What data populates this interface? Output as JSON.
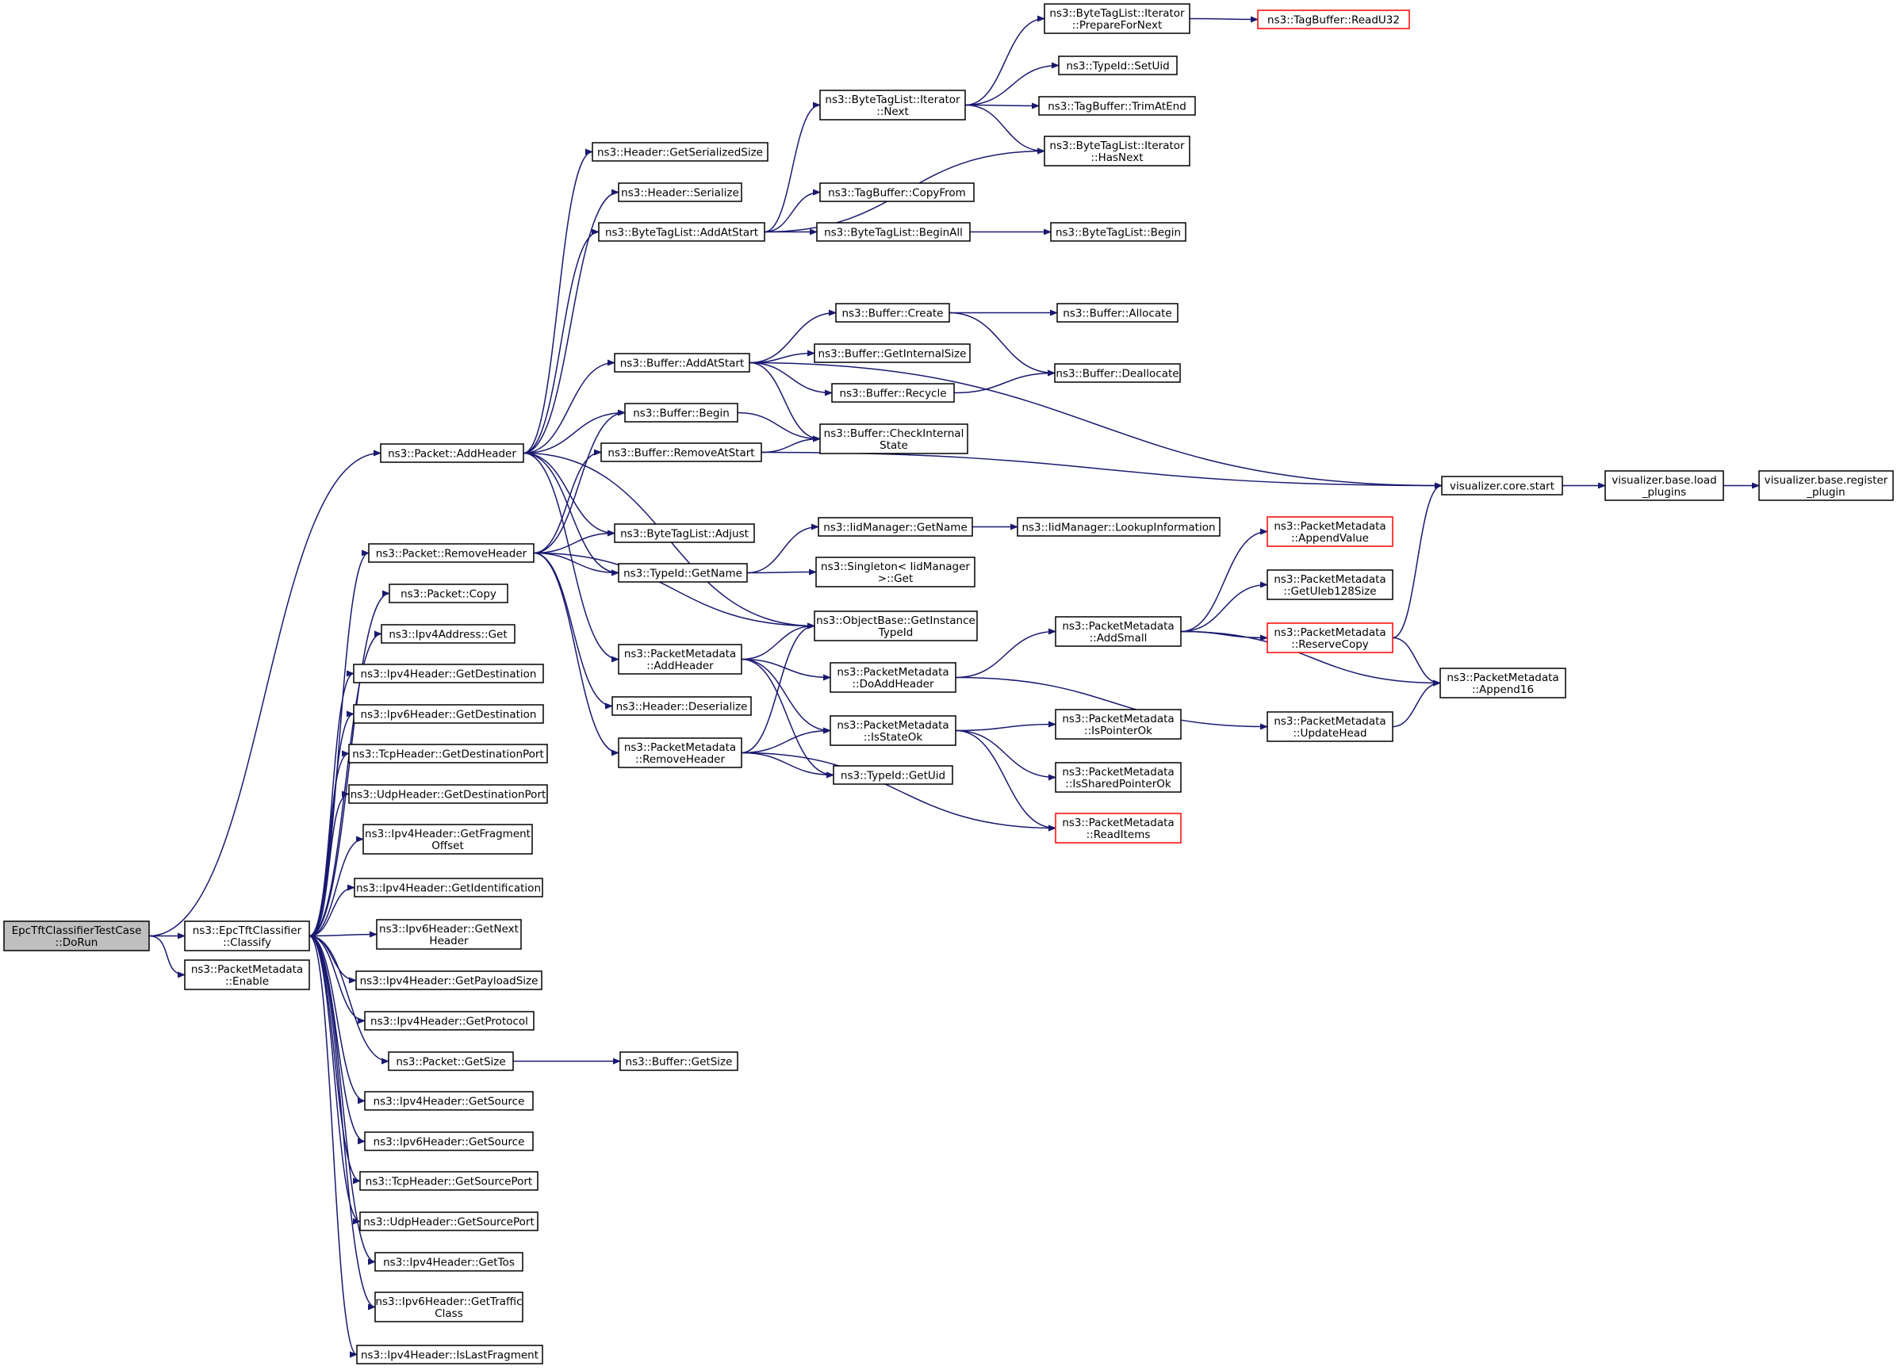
{
  "colors": {
    "edge": "#191970",
    "node_border": "#000000",
    "node_border_truncated": "#ff0000",
    "root_fill": "#bfbfbf",
    "node_fill": "#ffffff"
  },
  "nodes": [
    {
      "id": "root",
      "lines": [
        "EpcTftClassifierTestCase",
        "::DoRun"
      ],
      "style": "root"
    },
    {
      "id": "classify",
      "lines": [
        "ns3::EpcTftClassifier",
        "::Classify"
      ]
    },
    {
      "id": "pm_enable",
      "lines": [
        "ns3::PacketMetadata",
        "::Enable"
      ]
    },
    {
      "id": "pkt_addheader",
      "lines": [
        "ns3::Packet::AddHeader"
      ]
    },
    {
      "id": "pkt_removeheader",
      "lines": [
        "ns3::Packet::RemoveHeader"
      ]
    },
    {
      "id": "pkt_copy",
      "lines": [
        "ns3::Packet::Copy"
      ]
    },
    {
      "id": "ipv4addr_get",
      "lines": [
        "ns3::Ipv4Address::Get"
      ]
    },
    {
      "id": "ipv4_getdest",
      "lines": [
        "ns3::Ipv4Header::GetDestination"
      ]
    },
    {
      "id": "ipv6_getdest",
      "lines": [
        "ns3::Ipv6Header::GetDestination"
      ]
    },
    {
      "id": "tcp_getdestport",
      "lines": [
        "ns3::TcpHeader::GetDestinationPort"
      ]
    },
    {
      "id": "udp_getdestport",
      "lines": [
        "ns3::UdpHeader::GetDestinationPort"
      ]
    },
    {
      "id": "ipv4_getfrag",
      "lines": [
        "ns3::Ipv4Header::GetFragment",
        "Offset"
      ]
    },
    {
      "id": "ipv4_getident",
      "lines": [
        "ns3::Ipv4Header::GetIdentification"
      ]
    },
    {
      "id": "ipv6_getnext",
      "lines": [
        "ns3::Ipv6Header::GetNext",
        "Header"
      ]
    },
    {
      "id": "ipv4_getpayload",
      "lines": [
        "ns3::Ipv4Header::GetPayloadSize"
      ]
    },
    {
      "id": "ipv4_getproto",
      "lines": [
        "ns3::Ipv4Header::GetProtocol"
      ]
    },
    {
      "id": "pkt_getsize",
      "lines": [
        "ns3::Packet::GetSize"
      ]
    },
    {
      "id": "ipv4_getsource",
      "lines": [
        "ns3::Ipv4Header::GetSource"
      ]
    },
    {
      "id": "ipv6_getsource",
      "lines": [
        "ns3::Ipv6Header::GetSource"
      ]
    },
    {
      "id": "tcp_getsrcport",
      "lines": [
        "ns3::TcpHeader::GetSourcePort"
      ]
    },
    {
      "id": "udp_getsrcport",
      "lines": [
        "ns3::UdpHeader::GetSourcePort"
      ]
    },
    {
      "id": "ipv4_gettos",
      "lines": [
        "ns3::Ipv4Header::GetTos"
      ]
    },
    {
      "id": "ipv6_gettraffic",
      "lines": [
        "ns3::Ipv6Header::GetTraffic",
        "Class"
      ]
    },
    {
      "id": "ipv4_islastfrag",
      "lines": [
        "ns3::Ipv4Header::IsLastFragment"
      ]
    },
    {
      "id": "hdr_getsersize",
      "lines": [
        "ns3::Header::GetSerializedSize"
      ]
    },
    {
      "id": "hdr_serialize",
      "lines": [
        "ns3::Header::Serialize"
      ]
    },
    {
      "id": "btl_addatstart",
      "lines": [
        "ns3::ByteTagList::AddAtStart"
      ]
    },
    {
      "id": "buf_addatstart",
      "lines": [
        "ns3::Buffer::AddAtStart"
      ]
    },
    {
      "id": "buf_begin",
      "lines": [
        "ns3::Buffer::Begin"
      ]
    },
    {
      "id": "buf_removeatstart",
      "lines": [
        "ns3::Buffer::RemoveAtStart"
      ]
    },
    {
      "id": "btl_adjust",
      "lines": [
        "ns3::ByteTagList::Adjust"
      ]
    },
    {
      "id": "typeid_getname",
      "lines": [
        "ns3::TypeId::GetName"
      ]
    },
    {
      "id": "pm_addheader",
      "lines": [
        "ns3::PacketMetadata",
        "::AddHeader"
      ]
    },
    {
      "id": "hdr_deserialize",
      "lines": [
        "ns3::Header::Deserialize"
      ]
    },
    {
      "id": "pm_removeheader",
      "lines": [
        "ns3::PacketMetadata",
        "::RemoveHeader"
      ]
    },
    {
      "id": "buf_getsize",
      "lines": [
        "ns3::Buffer::GetSize"
      ]
    },
    {
      "id": "btli_next",
      "lines": [
        "ns3::ByteTagList::Iterator",
        "::Next"
      ]
    },
    {
      "id": "tb_copyfrom",
      "lines": [
        "ns3::TagBuffer::CopyFrom"
      ]
    },
    {
      "id": "btl_beginall",
      "lines": [
        "ns3::ByteTagList::BeginAll"
      ]
    },
    {
      "id": "buf_create",
      "lines": [
        "ns3::Buffer::Create"
      ]
    },
    {
      "id": "buf_getinternalsize",
      "lines": [
        "ns3::Buffer::GetInternalSize"
      ]
    },
    {
      "id": "buf_recycle",
      "lines": [
        "ns3::Buffer::Recycle"
      ]
    },
    {
      "id": "buf_checkinternal",
      "lines": [
        "ns3::Buffer::CheckInternal",
        "State"
      ]
    },
    {
      "id": "iidm_getname",
      "lines": [
        "ns3::IidManager::GetName"
      ]
    },
    {
      "id": "singleton_get",
      "lines": [
        "ns3::Singleton< IidManager",
        ">::Get"
      ]
    },
    {
      "id": "ob_getinstancetypeid",
      "lines": [
        "ns3::ObjectBase::GetInstance",
        "TypeId"
      ]
    },
    {
      "id": "pm_doaddheader",
      "lines": [
        "ns3::PacketMetadata",
        "::DoAddHeader"
      ]
    },
    {
      "id": "pm_isstateok",
      "lines": [
        "ns3::PacketMetadata",
        "::IsStateOk"
      ]
    },
    {
      "id": "typeid_getuid",
      "lines": [
        "ns3::TypeId::GetUid"
      ]
    },
    {
      "id": "btli_preparefornext",
      "lines": [
        "ns3::ByteTagList::Iterator",
        "::PrepareForNext"
      ]
    },
    {
      "id": "typeid_setuid",
      "lines": [
        "ns3::TypeId::SetUid"
      ]
    },
    {
      "id": "tb_trimatend",
      "lines": [
        "ns3::TagBuffer::TrimAtEnd"
      ]
    },
    {
      "id": "btli_hasnext",
      "lines": [
        "ns3::ByteTagList::Iterator",
        "::HasNext"
      ]
    },
    {
      "id": "btl_begin",
      "lines": [
        "ns3::ByteTagList::Begin"
      ]
    },
    {
      "id": "buf_allocate",
      "lines": [
        "ns3::Buffer::Allocate"
      ]
    },
    {
      "id": "buf_deallocate",
      "lines": [
        "ns3::Buffer::Deallocate"
      ]
    },
    {
      "id": "iidm_lookupinfo",
      "lines": [
        "ns3::IidManager::LookupInformation"
      ]
    },
    {
      "id": "pm_addsmall",
      "lines": [
        "ns3::PacketMetadata",
        "::AddSmall"
      ]
    },
    {
      "id": "pm_ispointerok",
      "lines": [
        "ns3::PacketMetadata",
        "::IsPointerOk"
      ]
    },
    {
      "id": "pm_issharedpointerok",
      "lines": [
        "ns3::PacketMetadata",
        "::IsSharedPointerOk"
      ]
    },
    {
      "id": "pm_readitems",
      "lines": [
        "ns3::PacketMetadata",
        "::ReadItems"
      ],
      "style": "truncated"
    },
    {
      "id": "tb_readu32",
      "lines": [
        "ns3::TagBuffer::ReadU32"
      ],
      "style": "truncated"
    },
    {
      "id": "viz_core_start",
      "lines": [
        "visualizer.core.start"
      ]
    },
    {
      "id": "pm_appendvalue",
      "lines": [
        "ns3::PacketMetadata",
        "::AppendValue"
      ],
      "style": "truncated"
    },
    {
      "id": "pm_getuleb",
      "lines": [
        "ns3::PacketMetadata",
        "::GetUleb128Size"
      ]
    },
    {
      "id": "pm_reservecopy",
      "lines": [
        "ns3::PacketMetadata",
        "::ReserveCopy"
      ],
      "style": "truncated"
    },
    {
      "id": "pm_updatehead",
      "lines": [
        "ns3::PacketMetadata",
        "::UpdateHead"
      ]
    },
    {
      "id": "pm_append16",
      "lines": [
        "ns3::PacketMetadata",
        "::Append16"
      ]
    },
    {
      "id": "viz_base_load",
      "lines": [
        "visualizer.base.load",
        "_plugins"
      ]
    },
    {
      "id": "viz_base_register",
      "lines": [
        "visualizer.base.register",
        "_plugin"
      ]
    }
  ],
  "edges": [
    [
      "root",
      "classify"
    ],
    [
      "root",
      "pm_enable"
    ],
    [
      "root",
      "pkt_addheader"
    ],
    [
      "classify",
      "pkt_removeheader"
    ],
    [
      "classify",
      "pkt_copy"
    ],
    [
      "classify",
      "ipv4addr_get"
    ],
    [
      "classify",
      "ipv4_getdest"
    ],
    [
      "classify",
      "ipv6_getdest"
    ],
    [
      "classify",
      "tcp_getdestport"
    ],
    [
      "classify",
      "udp_getdestport"
    ],
    [
      "classify",
      "ipv4_getfrag"
    ],
    [
      "classify",
      "ipv4_getident"
    ],
    [
      "classify",
      "ipv6_getnext"
    ],
    [
      "classify",
      "ipv4_getpayload"
    ],
    [
      "classify",
      "ipv4_getproto"
    ],
    [
      "classify",
      "pkt_getsize"
    ],
    [
      "classify",
      "ipv4_getsource"
    ],
    [
      "classify",
      "ipv6_getsource"
    ],
    [
      "classify",
      "tcp_getsrcport"
    ],
    [
      "classify",
      "udp_getsrcport"
    ],
    [
      "classify",
      "ipv4_gettos"
    ],
    [
      "classify",
      "ipv6_gettraffic"
    ],
    [
      "classify",
      "ipv4_islastfrag"
    ],
    [
      "pkt_addheader",
      "hdr_getsersize"
    ],
    [
      "pkt_addheader",
      "hdr_serialize"
    ],
    [
      "pkt_addheader",
      "btl_addatstart"
    ],
    [
      "pkt_addheader",
      "buf_addatstart"
    ],
    [
      "pkt_addheader",
      "buf_begin"
    ],
    [
      "pkt_addheader",
      "btl_adjust"
    ],
    [
      "pkt_addheader",
      "typeid_getname"
    ],
    [
      "pkt_addheader",
      "pm_addheader"
    ],
    [
      "pkt_addheader",
      "ob_getinstancetypeid"
    ],
    [
      "pkt_removeheader",
      "buf_begin"
    ],
    [
      "pkt_removeheader",
      "buf_removeatstart"
    ],
    [
      "pkt_removeheader",
      "btl_adjust"
    ],
    [
      "pkt_removeheader",
      "typeid_getname"
    ],
    [
      "pkt_removeheader",
      "ob_getinstancetypeid"
    ],
    [
      "pkt_removeheader",
      "hdr_deserialize"
    ],
    [
      "pkt_removeheader",
      "pm_removeheader"
    ],
    [
      "pkt_getsize",
      "buf_getsize"
    ],
    [
      "btl_addatstart",
      "btli_next"
    ],
    [
      "btl_addatstart",
      "btli_hasnext"
    ],
    [
      "btl_addatstart",
      "tb_copyfrom"
    ],
    [
      "btl_addatstart",
      "btl_beginall"
    ],
    [
      "buf_addatstart",
      "viz_core_start"
    ],
    [
      "buf_addatstart",
      "buf_create"
    ],
    [
      "buf_addatstart",
      "buf_getinternalsize"
    ],
    [
      "buf_addatstart",
      "buf_recycle"
    ],
    [
      "buf_addatstart",
      "buf_checkinternal"
    ],
    [
      "buf_begin",
      "buf_checkinternal"
    ],
    [
      "buf_removeatstart",
      "buf_checkinternal"
    ],
    [
      "buf_removeatstart",
      "viz_core_start"
    ],
    [
      "typeid_getname",
      "iidm_getname"
    ],
    [
      "typeid_getname",
      "singleton_get"
    ],
    [
      "pm_addheader",
      "ob_getinstancetypeid"
    ],
    [
      "pm_addheader",
      "pm_doaddheader"
    ],
    [
      "pm_addheader",
      "pm_isstateok"
    ],
    [
      "pm_addheader",
      "typeid_getuid"
    ],
    [
      "pm_removeheader",
      "ob_getinstancetypeid"
    ],
    [
      "pm_removeheader",
      "pm_isstateok"
    ],
    [
      "pm_removeheader",
      "typeid_getuid"
    ],
    [
      "pm_removeheader",
      "pm_readitems"
    ],
    [
      "btli_next",
      "btli_preparefornext"
    ],
    [
      "btli_next",
      "typeid_setuid"
    ],
    [
      "btli_next",
      "tb_trimatend"
    ],
    [
      "btli_next",
      "btli_hasnext"
    ],
    [
      "btli_preparefornext",
      "tb_readu32"
    ],
    [
      "btl_beginall",
      "btl_begin"
    ],
    [
      "buf_create",
      "buf_allocate"
    ],
    [
      "buf_create",
      "buf_deallocate"
    ],
    [
      "buf_recycle",
      "buf_deallocate"
    ],
    [
      "iidm_getname",
      "iidm_lookupinfo"
    ],
    [
      "pm_doaddheader",
      "pm_addsmall"
    ],
    [
      "pm_doaddheader",
      "pm_updatehead"
    ],
    [
      "pm_isstateok",
      "pm_ispointerok"
    ],
    [
      "pm_isstateok",
      "pm_issharedpointerok"
    ],
    [
      "pm_isstateok",
      "pm_readitems"
    ],
    [
      "pm_addsmall",
      "pm_appendvalue"
    ],
    [
      "pm_addsmall",
      "pm_getuleb"
    ],
    [
      "pm_addsmall",
      "pm_reservecopy"
    ],
    [
      "pm_addsmall",
      "pm_append16"
    ],
    [
      "pm_reservecopy",
      "viz_core_start"
    ],
    [
      "pm_reservecopy",
      "pm_append16"
    ],
    [
      "pm_updatehead",
      "pm_append16"
    ],
    [
      "viz_core_start",
      "viz_base_load"
    ],
    [
      "viz_base_load",
      "viz_base_register"
    ]
  ]
}
